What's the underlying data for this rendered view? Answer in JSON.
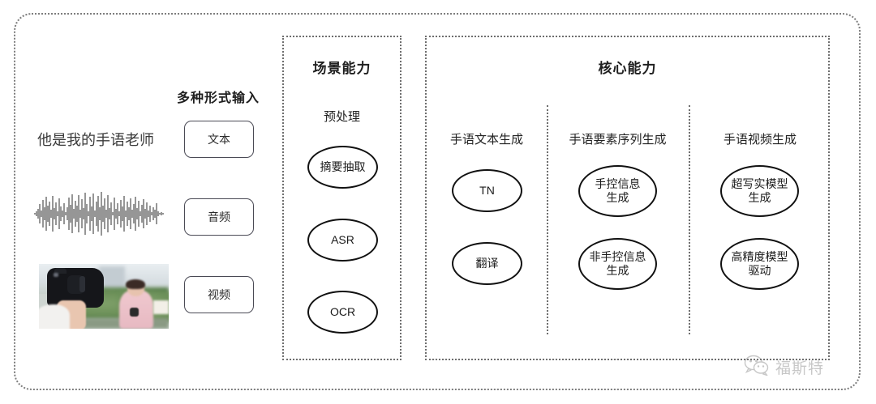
{
  "diagram": {
    "title_hidden": "",
    "input_section": {
      "heading": "多种形式输入",
      "sample_text": "他是我的手语老师",
      "modalities": [
        {
          "label": "文本",
          "icon": "text-icon"
        },
        {
          "label": "音频",
          "icon": "waveform-icon"
        },
        {
          "label": "视频",
          "icon": "video-thumbnail-icon"
        }
      ]
    },
    "scene_panel": {
      "title": "场景能力",
      "group_label": "预处理",
      "nodes": [
        {
          "label": "摘要抽取"
        },
        {
          "label": "ASR"
        },
        {
          "label": "OCR"
        }
      ]
    },
    "core_panel": {
      "title": "核心能力",
      "columns": [
        {
          "heading": "手语文本生成",
          "nodes": [
            {
              "line1": "TN",
              "line2": ""
            },
            {
              "line1": "翻译",
              "line2": ""
            }
          ]
        },
        {
          "heading": "手语要素序列生成",
          "nodes": [
            {
              "line1": "手控信息",
              "line2": "生成"
            },
            {
              "line1": "非手控信息",
              "line2": "生成"
            }
          ]
        },
        {
          "heading": "手语视频生成",
          "nodes": [
            {
              "line1": "超写实模型",
              "line2": "生成"
            },
            {
              "line1": "高精度模型",
              "line2": "驱动"
            }
          ]
        }
      ]
    },
    "watermark": {
      "text": "福斯特",
      "icon": "wechat-logo-icon"
    },
    "colors": {
      "frame_border": "#7d7d7d",
      "panel_border": "#6e6e6e",
      "node_border": "#111111",
      "box_border": "#4a4a55",
      "text": "#2b2b2b",
      "background": "#ffffff"
    }
  }
}
